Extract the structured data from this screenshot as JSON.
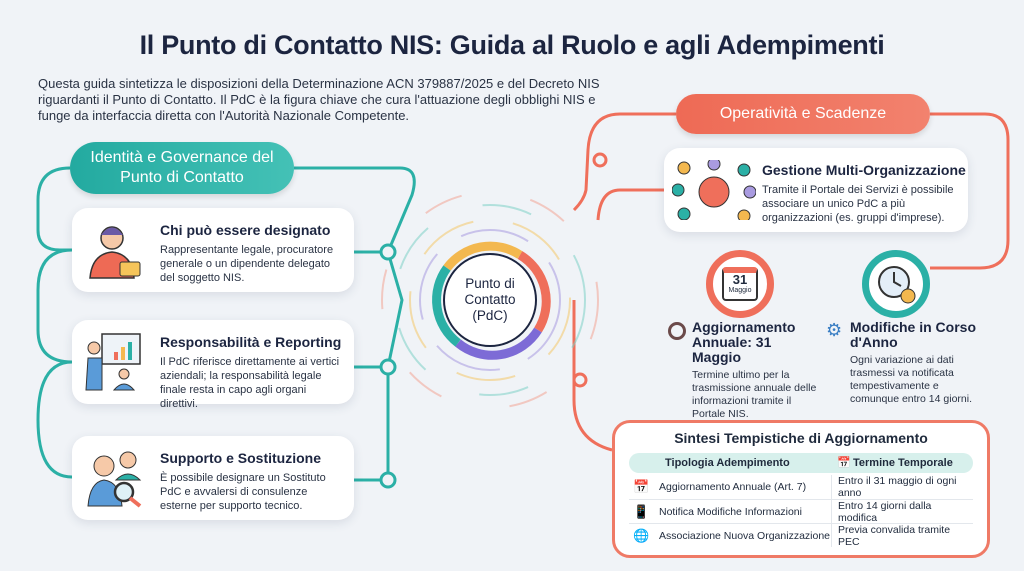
{
  "title": "Il Punto di Contatto NIS: Guida al Ruolo e agli Adempimenti",
  "intro": "Questa guida sintetizza le disposizioni della Determinazione ACN 379887/2025 e del Decreto NIS riguardanti il Punto di Contatto. Il PdC è la figura chiave che cura l'attuazione degli obblighi NIS e funge da interfaccia diretta con l'Autorità Nazionale Competente.",
  "left": {
    "header": "Identità e Governance del Punto di Contatto",
    "cards": [
      {
        "title": "Chi può essere designato",
        "text": "Rappresentante legale, procuratore generale o un dipendente delegato del soggetto NIS.",
        "icon": "person-badge-icon"
      },
      {
        "title": "Responsabilità e Reporting",
        "text": "Il PdC riferisce direttamente ai vertici aziendali; la responsabilità legale finale resta in capo agli organi direttivi.",
        "icon": "presentation-chart-icon"
      },
      {
        "title": "Supporto e Sostituzione",
        "text": "È possibile designare un Sostituto PdC e avvalersi di consulenze esterne per supporto tecnico.",
        "icon": "people-magnifier-icon"
      }
    ]
  },
  "center": {
    "label": "Punto di Contatto (PdC)"
  },
  "right": {
    "header": "Operatività e Scadenze",
    "gestione": {
      "title": "Gestione Multi-Organizzazione",
      "text": "Tramite il Portale dei Servizi è possibile associare un unico PdC a più organizzazioni (es. gruppi d'imprese)."
    },
    "calendar": {
      "day": "31",
      "month": "Maggio"
    },
    "annual": {
      "title": "Aggiornamento Annuale: 31 Maggio",
      "text": "Termine ultimo per la trasmissione annuale delle informazioni tramite il Portale NIS."
    },
    "changes": {
      "title": "Modifiche in Corso d'Anno",
      "text": "Ogni variazione ai dati trasmessi va notificata tempestivamente e comunque entro 14 giorni."
    }
  },
  "table": {
    "title": "Sintesi Tempistiche di Aggiornamento",
    "headers": [
      "Tipologia Adempimento",
      "Termine Temporale"
    ],
    "rows": [
      {
        "type": "Aggiornamento Annuale (Art. 7)",
        "term": "Entro il 31 maggio di ogni anno",
        "icon": "📅"
      },
      {
        "type": "Notifica Modifiche Informazioni",
        "term": "Entro 14 giorni dalla modifica",
        "icon": "📱"
      },
      {
        "type": "Associazione Nuova Organizzazione",
        "term": "Previa convalida tramite PEC",
        "icon": "🌐"
      }
    ]
  },
  "colors": {
    "teal": "#2bb0a6",
    "coral": "#ef6f5b",
    "navy": "#1c2540"
  }
}
